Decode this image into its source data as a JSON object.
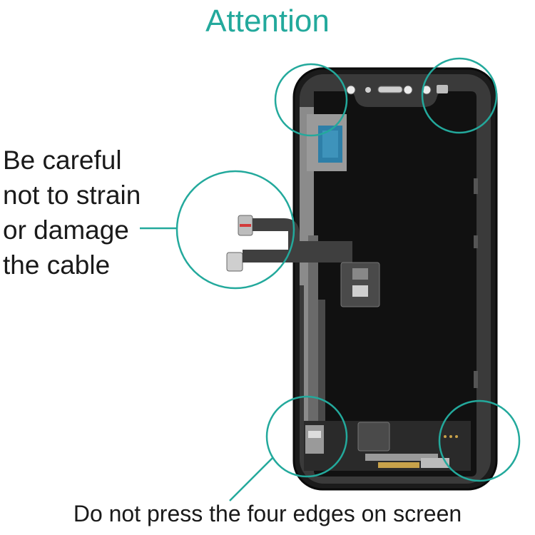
{
  "heading": "Attention",
  "cable_warning": [
    "Be careful",
    "not to strain",
    "or damage",
    "the cable"
  ],
  "edges_warning": "Do not press the four edges on screen",
  "colors": {
    "accent": "#23a99c",
    "text": "#1a1a1a",
    "panel": "#161616"
  },
  "icons": [
    "phone-screen-assembly",
    "flex-cable",
    "highlight-circle"
  ]
}
